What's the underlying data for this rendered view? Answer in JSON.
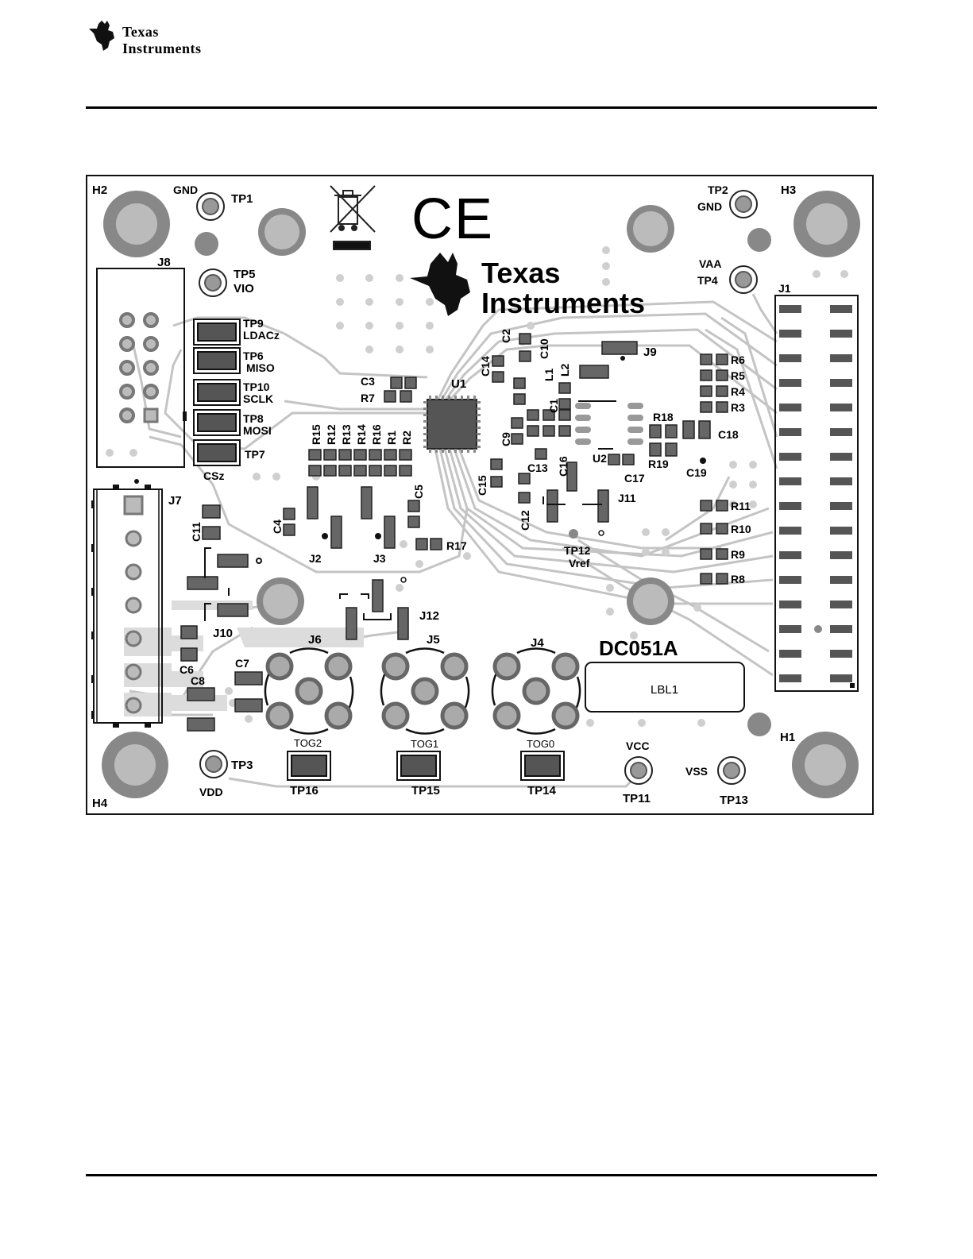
{
  "header": {
    "logo_line1": "Texas",
    "logo_line2": "Instruments"
  },
  "board": {
    "silk_logo_line1": "Texas",
    "silk_logo_line2": "Instruments",
    "ce_mark": "CE",
    "board_name": "DC051A",
    "label_box": "LBL1",
    "holes": [
      "H1",
      "H2",
      "H3",
      "H4"
    ],
    "testpoints": {
      "tp1": "TP1",
      "tp1_net": "GND",
      "tp2": "TP2",
      "tp2_net": "GND",
      "tp3": "TP3",
      "tp3_net": "VDD",
      "tp4": "TP4",
      "tp4_net": "VAA",
      "tp5": "TP5",
      "tp5_net": "VIO",
      "tp9": "TP9",
      "tp9_net": "LDACz",
      "tp6": "TP6",
      "tp6_net": "MISO",
      "tp10": "TP10",
      "tp10_net": "SCLK",
      "tp8": "TP8",
      "tp8_net": "MOSI",
      "tp7": "TP7",
      "tp7_net": "CSz",
      "tp11": "TP11",
      "tp11_net": "VCC",
      "tp12": "TP12",
      "tp12_net": "Vref",
      "tp13": "TP13",
      "tp13_net": "VSS",
      "tp14": "TP14",
      "tp14_net": "TOG0",
      "tp15": "TP15",
      "tp15_net": "TOG1",
      "tp16": "TP16",
      "tp16_net": "TOG2"
    },
    "connectors": [
      "J1",
      "J2",
      "J3",
      "J4",
      "J5",
      "J6",
      "J7",
      "J8",
      "J9",
      "J10",
      "J11",
      "J12"
    ],
    "ics": [
      "U1",
      "U2"
    ],
    "capacitors": [
      "C1",
      "C2",
      "C3",
      "C4",
      "C5",
      "C6",
      "C7",
      "C8",
      "C9",
      "C10",
      "C11",
      "C12",
      "C13",
      "C14",
      "C15",
      "C16",
      "C17",
      "C18",
      "C19"
    ],
    "resistors": [
      "R1",
      "R2",
      "R3",
      "R4",
      "R5",
      "R6",
      "R7",
      "R8",
      "R9",
      "R10",
      "R11",
      "R12",
      "R13",
      "R14",
      "R15",
      "R16",
      "R17",
      "R18",
      "R19"
    ],
    "inductors": [
      "L1",
      "L2"
    ]
  }
}
